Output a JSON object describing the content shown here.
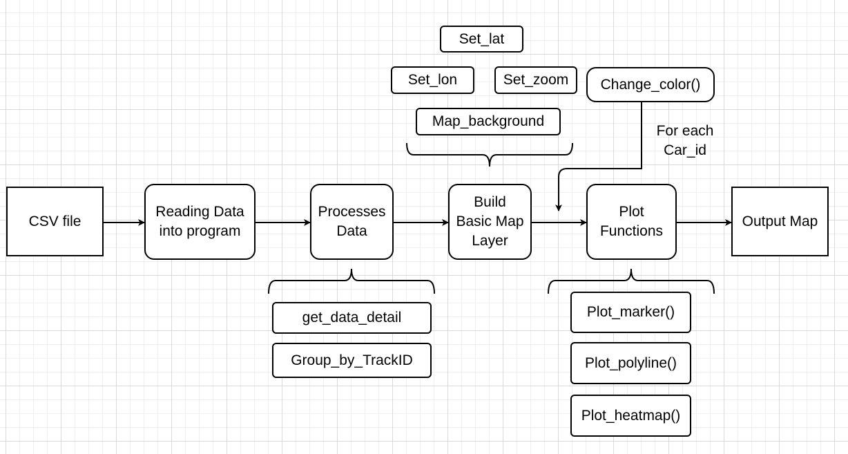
{
  "diagram": {
    "nodes": {
      "csv_file": "CSV file",
      "reading_data": "Reading Data\ninto program",
      "processes_data": "Processes\nData",
      "build_map": "Build\nBasic Map\nLayer",
      "plot_functions": "Plot\nFunctions",
      "output_map": "Output Map"
    },
    "map_settings": {
      "set_lat": "Set_lat",
      "set_lon": "Set_lon",
      "set_zoom": "Set_zoom",
      "map_background": "Map_background"
    },
    "change_color": "Change_color()",
    "loop_note": "For each\nCar_id",
    "processing_steps": {
      "get_data_detail": "get_data_detail",
      "group_by_trackid": "Group_by_TrackID"
    },
    "plot_steps": {
      "plot_marker": "Plot_marker()",
      "plot_polyline": "Plot_polyline()",
      "plot_heatmap": "Plot_heatmap()"
    }
  }
}
